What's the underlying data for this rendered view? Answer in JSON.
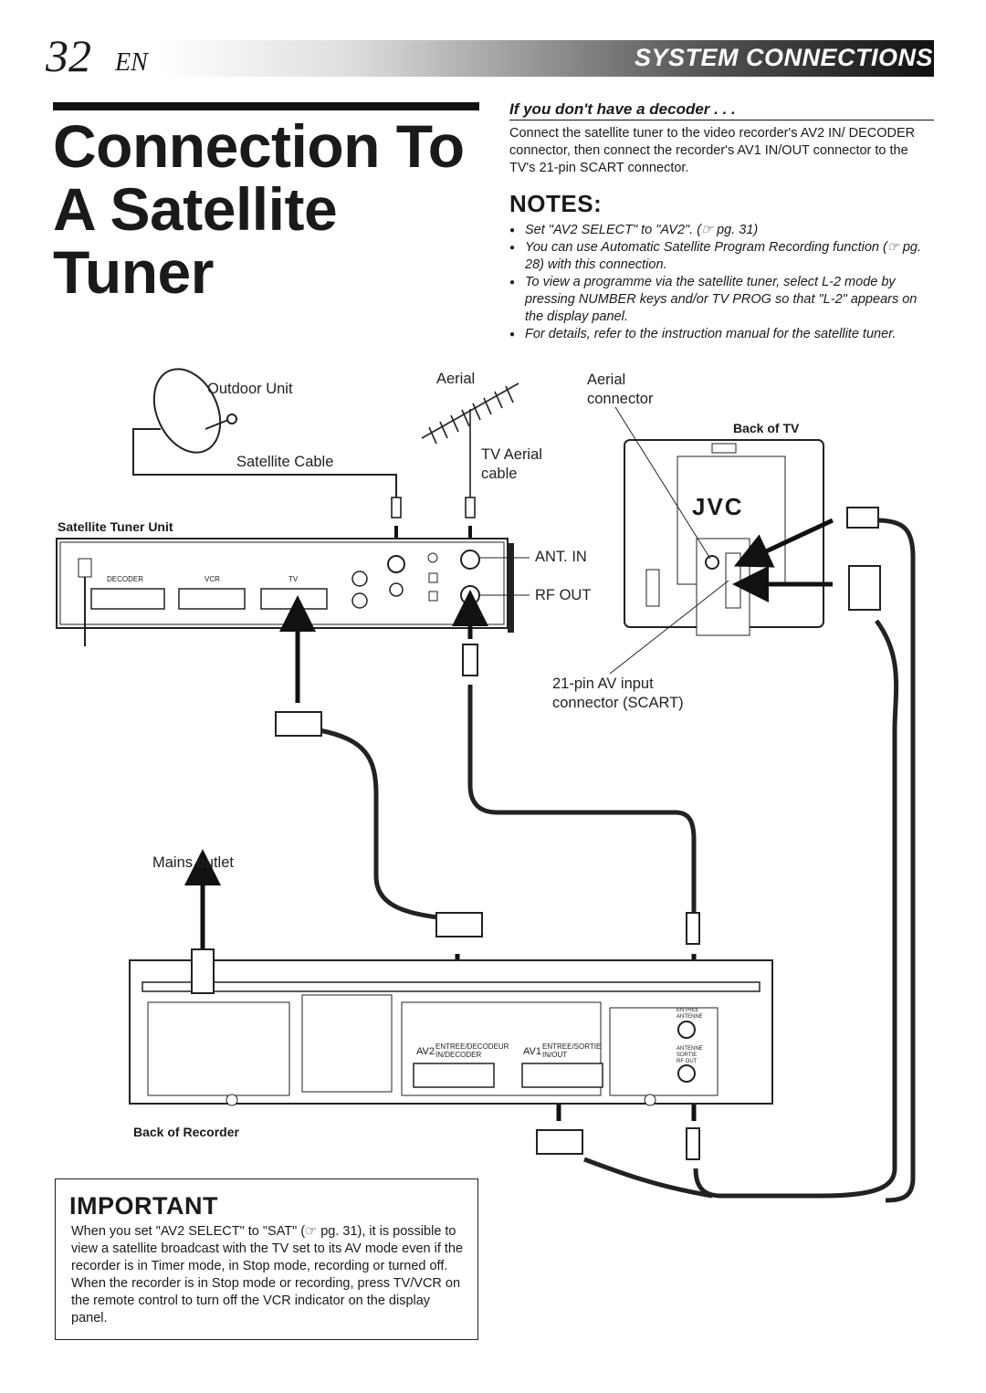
{
  "header": {
    "page_number": "32",
    "language": "EN",
    "section_title": "SYSTEM CONNECTIONS"
  },
  "title": {
    "lines": [
      "Connection To",
      "A Satellite",
      "Tuner"
    ]
  },
  "no_decoder": {
    "heading": "If you don't have a decoder . . .",
    "text": "Connect the satellite tuner to the video recorder's AV2 IN/ DECODER connector, then connect the recorder's AV1 IN/OUT connector to the TV's 21-pin SCART connector."
  },
  "notes": {
    "heading": "NOTES:",
    "items": [
      "Set \"AV2 SELECT\" to \"AV2\". (☞ pg. 31)",
      "You can use Automatic Satellite Program Recording function (☞ pg. 28) with this connection.",
      "To view a programme via the satellite tuner, select L-2 mode by pressing NUMBER keys and/or TV PROG so that \"L-2\" appears on the display panel.",
      "For details, refer to the instruction manual for the satellite tuner."
    ]
  },
  "diagram": {
    "outdoor_unit": "Outdoor Unit",
    "satellite_cable": "Satellite Cable",
    "aerial": "Aerial",
    "tv_aerial_cable": [
      "TV Aerial",
      "cable"
    ],
    "aerial_connector": [
      "Aerial",
      "connector"
    ],
    "back_of_tv": "Back of TV",
    "tv_brand": "JVC",
    "satellite_tuner_unit": "Satellite Tuner Unit",
    "tuner_ports": [
      "DECODER",
      "VCR",
      "TV"
    ],
    "ant_in": "ANT. IN",
    "rf_out": "RF OUT",
    "scart_label": [
      "21-pin AV input",
      "connector (SCART)"
    ],
    "mains_outlet": "Mains outlet",
    "back_of_recorder": "Back of Recorder",
    "recorder_av2": "AV2",
    "recorder_av2_sub": [
      "ENTREE/DECODEUR",
      "IN/DECODER"
    ],
    "recorder_av1": "AV1",
    "recorder_av1_sub": [
      "ENTREE/SORTIE",
      "IN/OUT"
    ],
    "recorder_antenne": [
      "ENTREE",
      "ANTENNE"
    ],
    "recorder_rfout": [
      "ANTENNE",
      "SORTIE",
      "RF OUT"
    ]
  },
  "important": {
    "heading": "IMPORTANT",
    "text": "When you set \"AV2 SELECT\" to \"SAT\" (☞ pg. 31), it is possible to view a satellite broadcast with the TV set to its AV mode even if the recorder is in Timer mode, in Stop mode, recording or turned off. When the recorder is in Stop mode or recording, press TV/VCR on the remote control to turn off the VCR indicator on the display panel."
  }
}
